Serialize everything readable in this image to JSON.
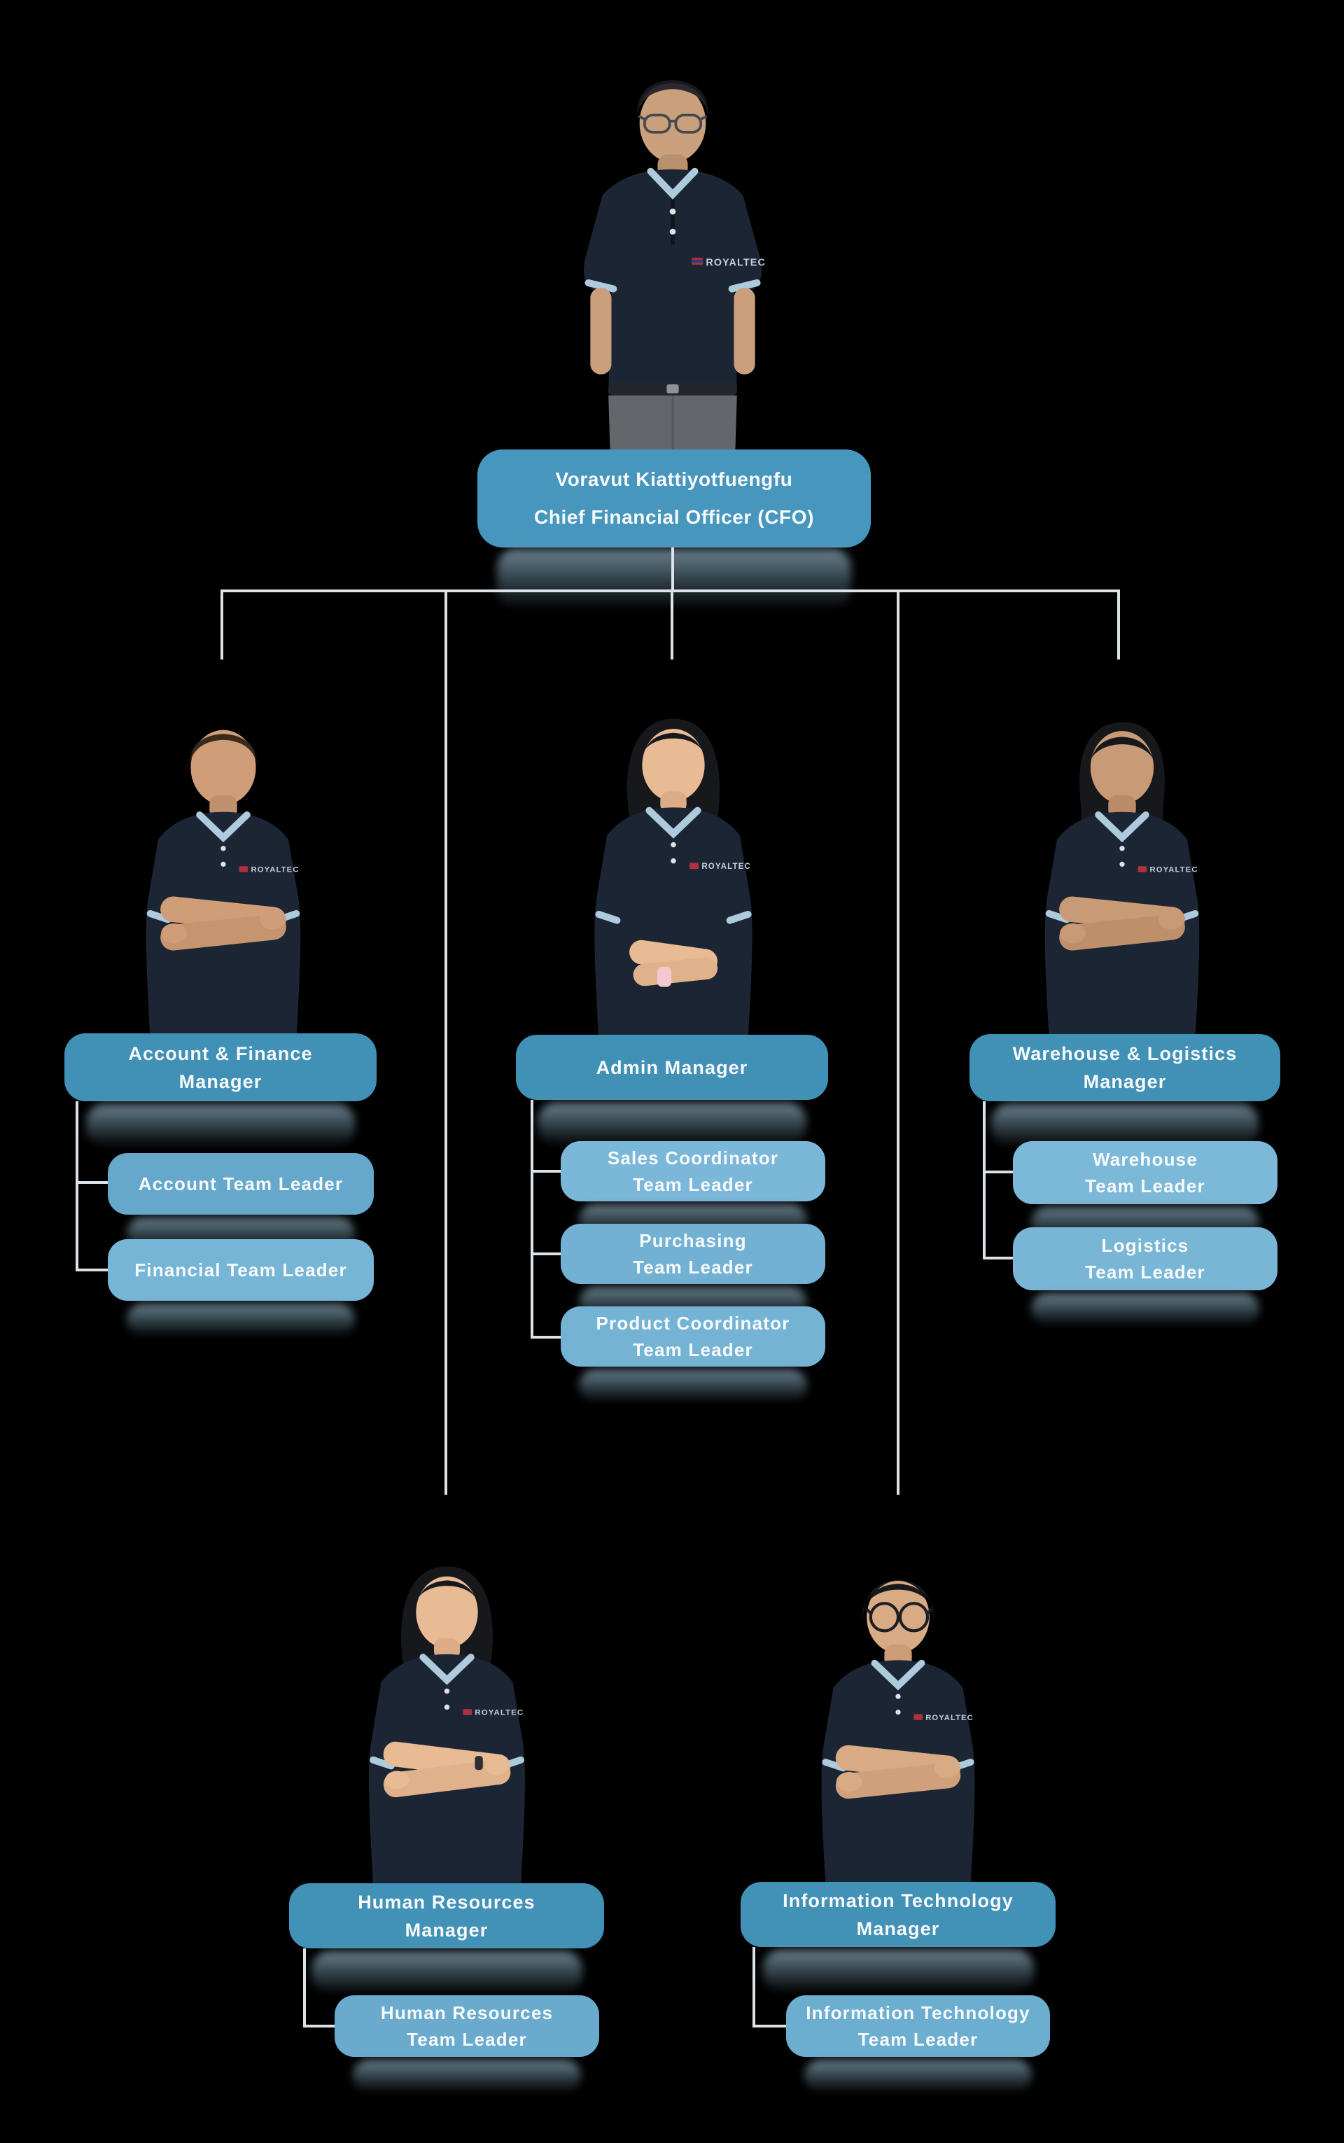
{
  "page": {
    "background": "#000000",
    "text_color": "#F7FAFC",
    "line_color": "#DCE3E8"
  },
  "org": {
    "shirt_logo": "ROYALTEC",
    "root": {
      "lines": [
        "Voravut Kiattiyotfuengfu",
        "Chief Financial Officer (CFO)"
      ],
      "color": "#4796BD"
    },
    "branches": [
      {
        "manager": {
          "lines": [
            "Account & Finance",
            "Manager"
          ],
          "color": "#4190B5"
        },
        "team_leaders": [
          {
            "lines": [
              "Account Team Leader"
            ],
            "color": "#65A8CB"
          },
          {
            "lines": [
              "Financial Team Leader"
            ],
            "color": "#77B5D6"
          }
        ]
      },
      {
        "manager": {
          "lines": [
            "Admin Manager"
          ],
          "color": "#4190B5"
        },
        "team_leaders": [
          {
            "lines": [
              "Sales Coordinator",
              "Team Leader"
            ],
            "color": "#7AB7D8"
          },
          {
            "lines": [
              "Purchasing",
              "Team Leader"
            ],
            "color": "#72B1D3"
          },
          {
            "lines": [
              "Product Coordinator",
              "Team Leader"
            ],
            "color": "#74B3D4"
          }
        ]
      },
      {
        "manager": {
          "lines": [
            "Warehouse & Logistics",
            "Manager"
          ],
          "color": "#4190B5"
        },
        "team_leaders": [
          {
            "lines": [
              "Warehouse",
              "Team Leader"
            ],
            "color": "#7CB9D8"
          },
          {
            "lines": [
              "Logistics",
              "Team Leader"
            ],
            "color": "#79B6D6"
          }
        ]
      },
      {
        "manager": {
          "lines": [
            "Human Resources",
            "Manager"
          ],
          "color": "#4291B6"
        },
        "team_leaders": [
          {
            "lines": [
              "Human Resources",
              "Team Leader"
            ],
            "color": "#69AACD"
          }
        ]
      },
      {
        "manager": {
          "lines": [
            "Information Technology",
            "Manager"
          ],
          "color": "#4291B6"
        },
        "team_leaders": [
          {
            "lines": [
              "Information Technology",
              "Team Leader"
            ],
            "color": "#6CAED0"
          }
        ]
      }
    ]
  }
}
